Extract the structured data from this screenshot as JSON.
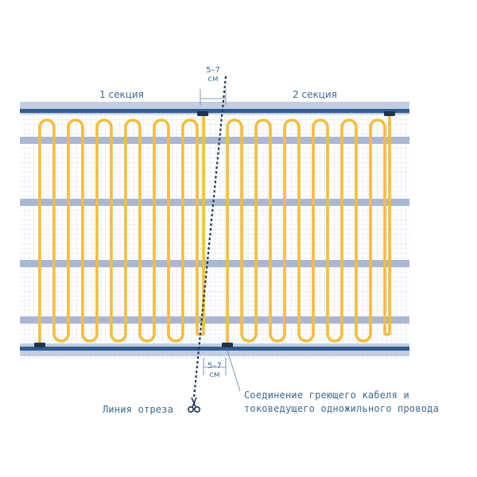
{
  "sections": {
    "first": "1 секция",
    "second": "2 секция"
  },
  "dimension_top": {
    "value": "5–7",
    "unit": "см"
  },
  "dimension_bottom": {
    "value": "5–7",
    "unit": "см"
  },
  "annotations": {
    "cut_line": "Линия отреза",
    "connection_line1": "Соединение греющего кабеля и",
    "connection_line2": "токоведущего одножильного провода"
  },
  "colors": {
    "mesh": "#d6deeb",
    "band": "#a8b7d4",
    "rail": "#2d5c95",
    "cable": "#f5bd3a",
    "connector": "#1e3350",
    "cut_line": "#1e3350",
    "text": "#3c6a93"
  },
  "icons": {
    "scissors": "scissors-icon"
  }
}
